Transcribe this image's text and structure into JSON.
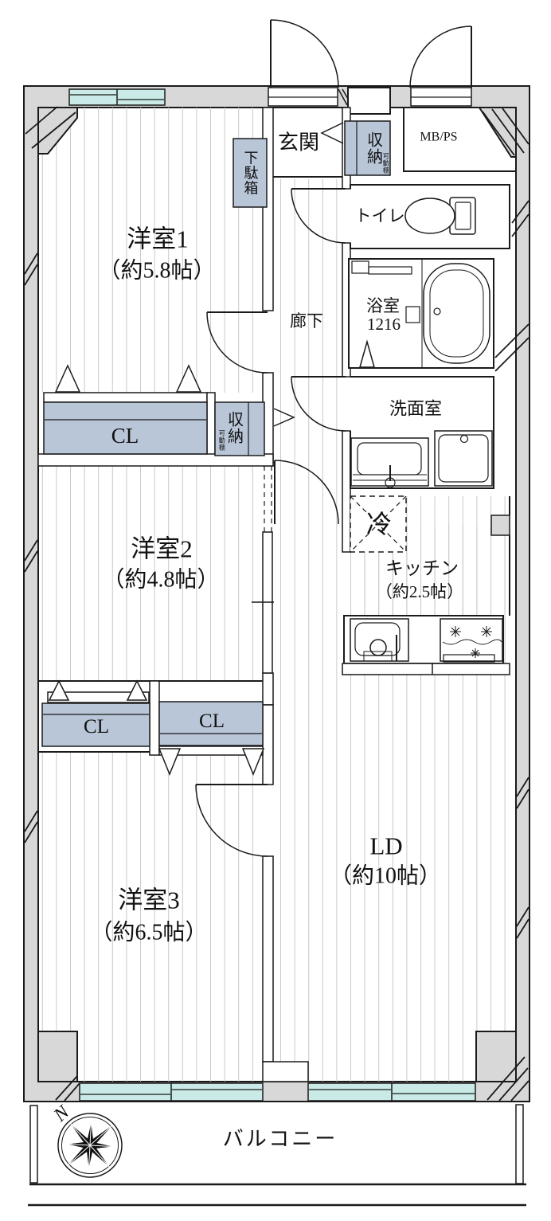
{
  "colors": {
    "wall": "#d8d8d8",
    "closet": "#b9c6d8",
    "window": "#c9eae6",
    "line": "#1a1a1a",
    "floor_line": "#c9c9c9"
  },
  "labels": {
    "genkan": "玄関",
    "getabako": "下駄箱",
    "shuno": "収納",
    "kadodana": "可動棚",
    "mbps": "MB/PS",
    "toilet": "トイレ",
    "bath": "浴室",
    "bath_size": "1216",
    "senmen": "洗面室",
    "rouka": "廊下",
    "y1": "洋室1",
    "y1_size": "（約5.8帖）",
    "y2": "洋室2",
    "y2_size": "（約4.8帖）",
    "y3": "洋室3",
    "y3_size": "（約6.5帖）",
    "cl": "CL",
    "rei": "冷",
    "kitchen": "キッチン",
    "kitchen_size": "（約2.5帖）",
    "ld": "LD",
    "ld_size": "（約10帖）",
    "balcony": "バルコニー",
    "north": "N"
  }
}
